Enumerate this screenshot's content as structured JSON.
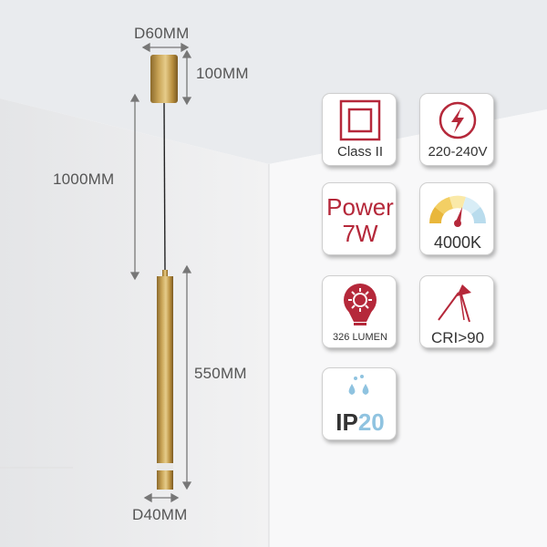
{
  "colors": {
    "accent_red": "#b5283a",
    "brass": "#c8a14e",
    "ceiling": "#e9ebee",
    "wall_left": "#ececed",
    "wall_right": "#f7f7f8",
    "water_blue": "#8fc3e0"
  },
  "dimensions": {
    "canopy_diameter": "D60MM",
    "canopy_height": "100MM",
    "cable_length": "1000MM",
    "tube_length": "550MM",
    "tube_diameter": "D40MM"
  },
  "specs": {
    "class": {
      "label": "Class II",
      "icon": "double-square-icon"
    },
    "voltage": {
      "label": "220-240V",
      "icon": "electric-bolt-icon"
    },
    "power": {
      "line1": "Power",
      "line2": "7W"
    },
    "color_temp": {
      "label": "4000K",
      "icon": "color-temperature-gauge-icon"
    },
    "lumen": {
      "label": "326 LUMEN",
      "icon": "bulb-icon"
    },
    "cri": {
      "label": "CRI>90",
      "icon": "prism-icon"
    },
    "ip": {
      "prefix": "IP",
      "number": "20",
      "icon": "water-drops-icon"
    }
  }
}
